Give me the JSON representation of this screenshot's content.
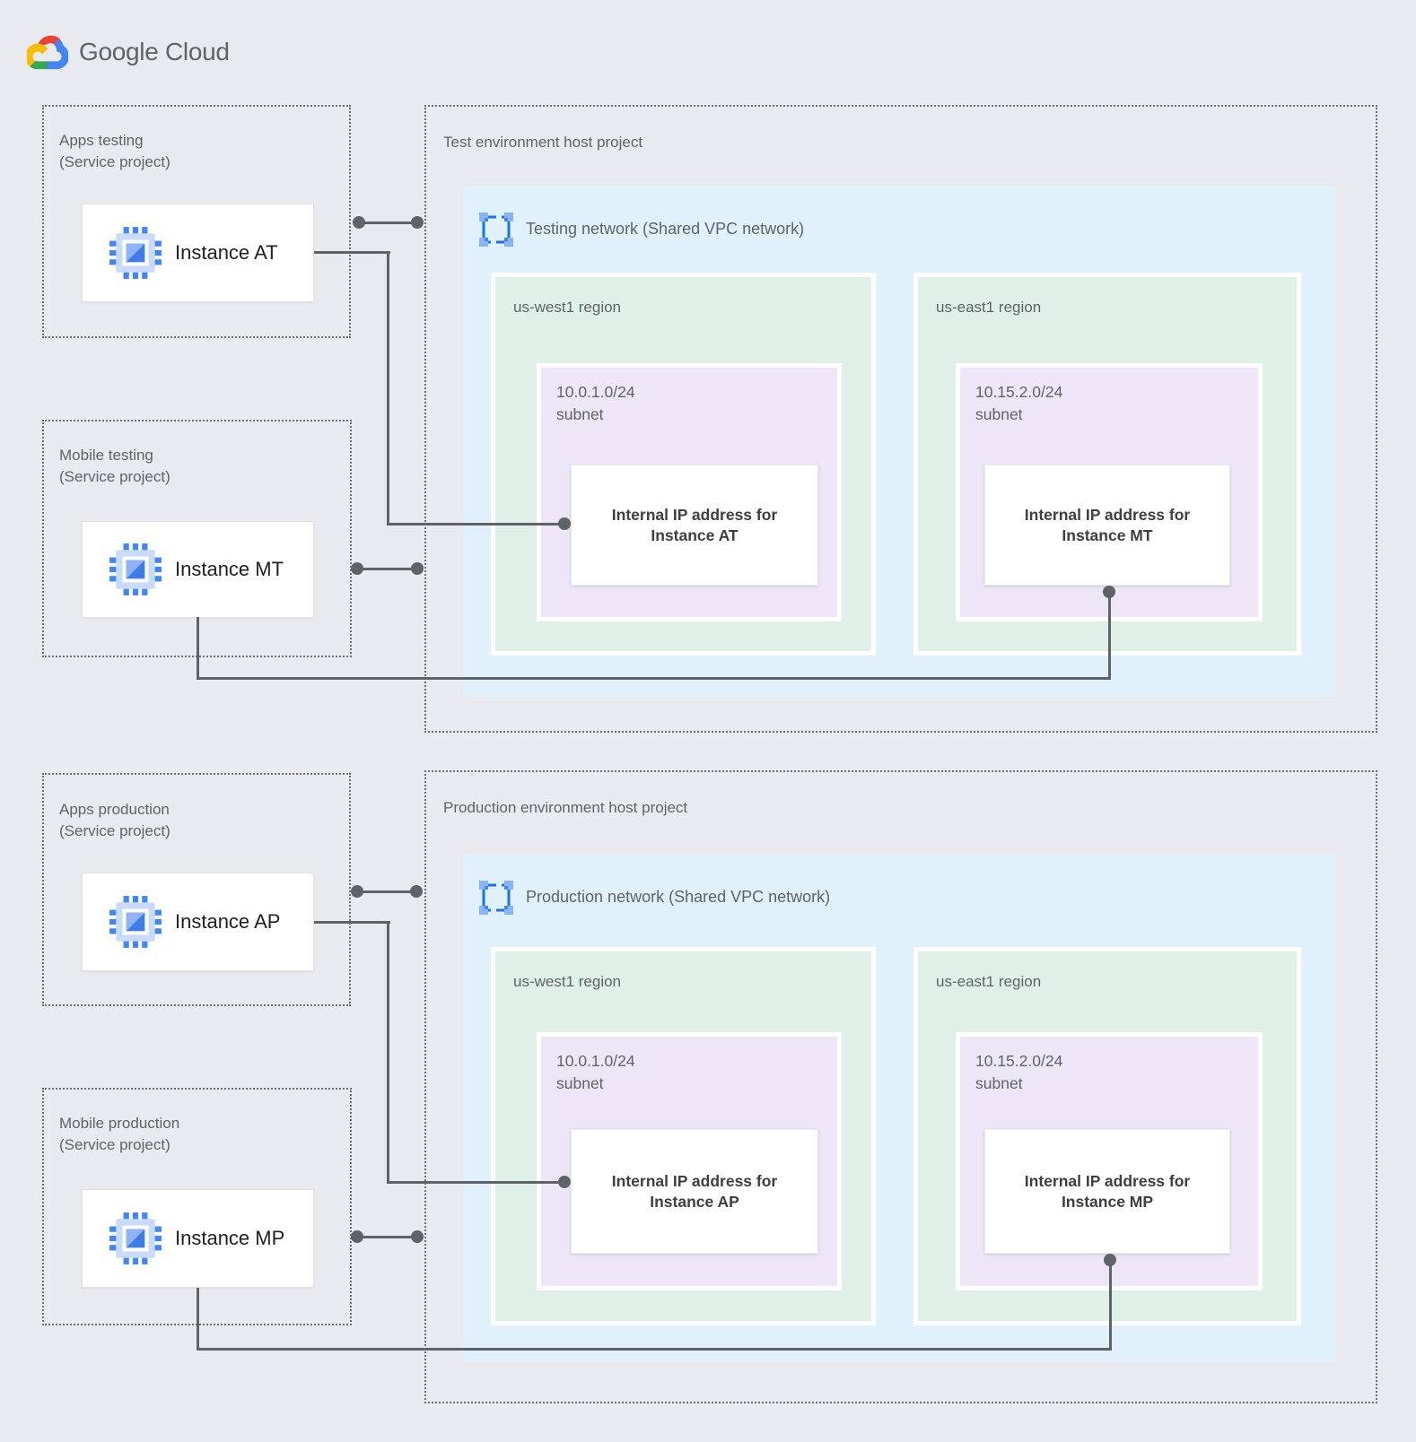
{
  "logo": {
    "brand": "Google",
    "product": "Cloud"
  },
  "colors": {
    "background": "#E8EAED",
    "network_box": "#E0F1FB",
    "region_box": "#DFF0E9",
    "subnet_box": "#ECE6F6",
    "card_bg": "#FFFFFF",
    "connector": "#5F6368",
    "label_text": "#5F6368",
    "instance_text": "#202124",
    "ip_text": "#3C4043",
    "icon_blue": "#4285F4"
  },
  "sections": {
    "testing": {
      "service_projects": [
        {
          "name": [
            "Apps testing",
            "(Service project)"
          ],
          "instance": "Instance AT"
        },
        {
          "name": [
            "Mobile testing",
            "(Service project)"
          ],
          "instance": "Instance MT"
        }
      ],
      "host_project": {
        "title": "Test environment host project",
        "network_label": "Testing network (Shared VPC network)",
        "regions": [
          {
            "name": "us-west1 region",
            "subnet": [
              "10.0.1.0/24",
              "subnet"
            ],
            "internal_ip": [
              "Internal IP address for",
              "Instance AT"
            ]
          },
          {
            "name": "us-east1 region",
            "subnet": [
              "10.15.2.0/24",
              "subnet"
            ],
            "internal_ip": [
              "Internal IP address for",
              "Instance MT"
            ]
          }
        ]
      }
    },
    "production": {
      "service_projects": [
        {
          "name": [
            "Apps production",
            "(Service project)"
          ],
          "instance": "Instance AP"
        },
        {
          "name": [
            "Mobile production",
            "(Service project)"
          ],
          "instance": "Instance MP"
        }
      ],
      "host_project": {
        "title": "Production environment host project",
        "network_label": "Production network (Shared VPC network)",
        "regions": [
          {
            "name": "us-west1 region",
            "subnet": [
              "10.0.1.0/24",
              "subnet"
            ],
            "internal_ip": [
              "Internal IP address for",
              "Instance AP"
            ]
          },
          {
            "name": "us-east1 region",
            "subnet": [
              "10.15.2.0/24",
              "subnet"
            ],
            "internal_ip": [
              "Internal IP address for",
              "Instance MP"
            ]
          }
        ]
      }
    }
  }
}
